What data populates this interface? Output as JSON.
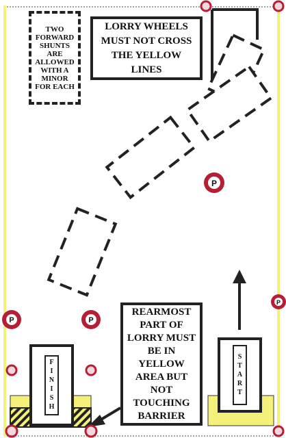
{
  "notes": {
    "shunts_note": "TWO FORWARD SHUNTS ARE ALLOWED WITH A MINOR FOR EACH",
    "wheels_rule": "LORRY WHEELS MUST NOT CROSS THE YELLOW LINES",
    "reverse_rule": "REARMOST PART OF LORRY MUST BE IN YELLOW AREA BUT NOT TOUCHING BARRIER"
  },
  "labels": {
    "finish": "FINISH",
    "start": "START"
  },
  "markers": {
    "symbol": "P",
    "count": 4
  },
  "colors": {
    "yellow_line": "#f2f27a",
    "yellow_area": "#f5f07a",
    "marker_red": "#b51e35",
    "ink": "#222222"
  }
}
